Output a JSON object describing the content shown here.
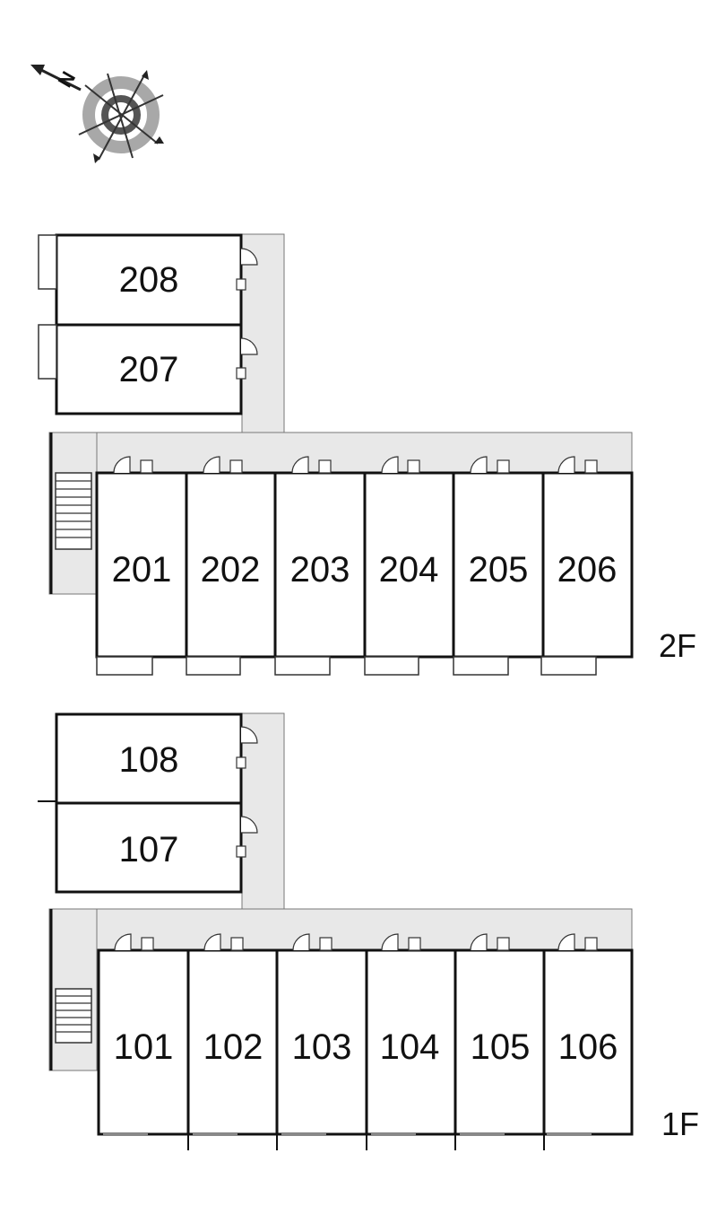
{
  "compass": {
    "north_label": "N",
    "icon": "compass-rose"
  },
  "floors": [
    {
      "id": "2F",
      "label": "2F",
      "north_wing_units": [
        "208",
        "207"
      ],
      "main_row_units": [
        "201",
        "202",
        "203",
        "204",
        "205",
        "206"
      ]
    },
    {
      "id": "1F",
      "label": "1F",
      "north_wing_units": [
        "108",
        "107"
      ],
      "main_row_units": [
        "101",
        "102",
        "103",
        "104",
        "105",
        "106"
      ]
    }
  ],
  "colors": {
    "wall": "#111111",
    "corridor": "#e8e8e8",
    "background": "#ffffff",
    "compass_ring": "#a0a0a0"
  }
}
